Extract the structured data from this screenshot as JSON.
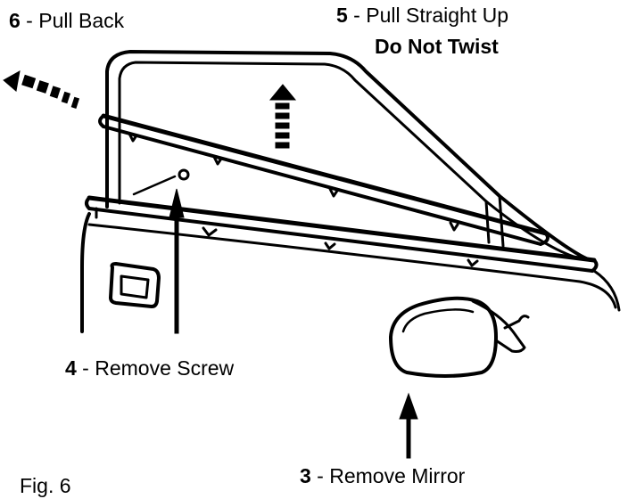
{
  "steps": {
    "step6": {
      "num": "6",
      "text": " - Pull Back"
    },
    "step5": {
      "num": "5",
      "text": " - Pull Straight Up",
      "line2": "Do Not Twist"
    },
    "step4": {
      "num": "4",
      "text": " - Remove Screw"
    },
    "step3": {
      "num": "3",
      "text": " - Remove Mirror"
    }
  },
  "figure_label": "Fig. 6"
}
